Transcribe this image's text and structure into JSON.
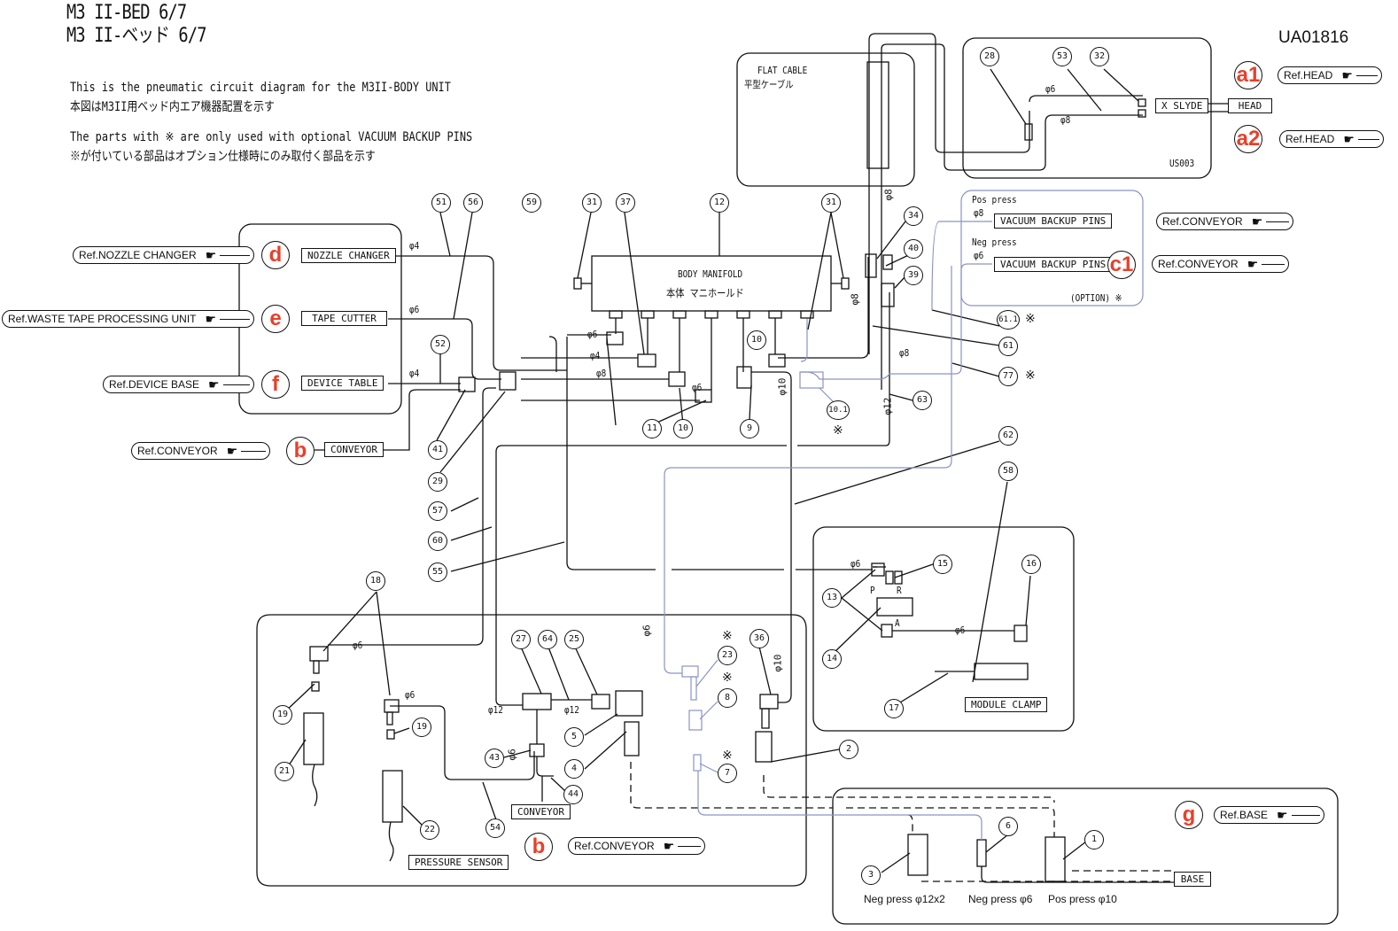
{
  "header": {
    "title_en": "M3 II-BED  6/7",
    "title_jp": "M3 II-ベッド  6/7",
    "doc_id": "UA01816",
    "description_en": "This is the pneumatic circuit diagram for the M3II-BODY UNIT",
    "description_jp": "本図はM3II用ベッド内エア機器配置を示す",
    "option_note_en": "The parts with ※ are only used with optional VACUUM BACKUP PINS",
    "option_note_jp": "※が付いている部品はオプション仕様時にのみ取付く部品を示す"
  },
  "colors": {
    "callout": "#e8402a",
    "line": "#111111",
    "option_line": "#8a93c4"
  },
  "top_section": {
    "flat_cable_en": "FLAT CABLE",
    "flat_cable_jp": "平型ケーブル",
    "unit_label": "US003",
    "x_slyde": "X SLYDE",
    "head": "HEAD",
    "dia_6": "φ6",
    "dia_8": "φ8",
    "bubbles": [
      "28",
      "53",
      "32"
    ]
  },
  "callouts": [
    {
      "letter": "a1",
      "ref": "Ref.HEAD"
    },
    {
      "letter": "a2",
      "ref": "Ref.HEAD"
    },
    {
      "letter": "c1",
      "ref": "Ref.CONVEYOR"
    },
    {
      "letter": "d",
      "ref": "Ref.NOZZLE CHANGER",
      "box": "NOZZLE CHANGER",
      "dia": "φ4"
    },
    {
      "letter": "e",
      "ref": "Ref.WASTE TAPE PROCESSING UNIT",
      "box": "TAPE CUTTER",
      "dia": "φ6"
    },
    {
      "letter": "f",
      "ref": "Ref.DEVICE BASE",
      "box": "DEVICE TABLE",
      "dia": "φ4"
    },
    {
      "letter": "b",
      "ref": "Ref.CONVEYOR",
      "box": "CONVEYOR"
    },
    {
      "letter": "b",
      "ref": "Ref.CONVEYOR",
      "box": "CONVEYOR"
    },
    {
      "letter": "g",
      "ref": "Ref.BASE"
    }
  ],
  "vacuum": {
    "pos_press": "Pos press",
    "neg_press": "Neg press",
    "pos_dia": "φ8",
    "neg_dia": "φ6",
    "box": "VACUUM BACKUP PINS",
    "option": "(OPTION) ※",
    "ref_pos": "Ref.CONVEYOR"
  },
  "manifold": {
    "title_en": "BODY MANIFOLD",
    "title_jp": "本体 マニホールド"
  },
  "diameters": {
    "m6": "φ6",
    "m4": "φ4",
    "m8": "φ8",
    "m6b": "φ6",
    "m10": "φ10",
    "v8a": "φ8",
    "v8b": "φ8",
    "h8": "φ8",
    "v12": "φ12",
    "ps6a": "φ6",
    "ps6b": "φ6",
    "p12a": "φ12",
    "p12b": "φ12",
    "p6v": "φ6",
    "blue6": "φ6",
    "c10": "φ10",
    "mc6a": "φ6",
    "mc6b": "φ6"
  },
  "part_bubbles": {
    "b51": "51",
    "b56": "56",
    "b59": "59",
    "b31a": "31",
    "b37": "37",
    "b12": "12",
    "b31b": "31",
    "b34": "34",
    "b40": "40",
    "b39": "39",
    "b52": "52",
    "b10a": "10",
    "b11": "11",
    "b10b": "10",
    "b9": "9",
    "b10_1": "10.1",
    "b63": "63",
    "b61_1": "61.1",
    "b61": "61",
    "b77": "77",
    "b41": "41",
    "b29": "29",
    "b62": "62",
    "b58": "58",
    "b57": "57",
    "b60": "60",
    "b55": "55",
    "b15": "15",
    "b16": "16",
    "b13": "13",
    "b14": "14",
    "b17": "17",
    "b18": "18",
    "b27": "27",
    "b64": "64",
    "b25": "25",
    "b23": "23",
    "b36": "36",
    "b19a": "19",
    "b19b": "19",
    "b8": "8",
    "b5": "5",
    "b21": "21",
    "b43": "43",
    "b4": "4",
    "b2": "2",
    "b7": "7",
    "b44": "44",
    "b22": "22",
    "b54": "54",
    "b6": "6",
    "b1": "1",
    "b3": "3"
  },
  "option_mark": "※",
  "module_clamp": {
    "label": "MODULE CLAMP",
    "port_p": "P",
    "port_r": "R",
    "port_a": "A"
  },
  "pressure_sensor": {
    "label": "PRESSURE SENSOR",
    "conveyor_box": "CONVEYOR"
  },
  "base_section": {
    "base_box": "BASE",
    "neg_12x2": "Neg press φ12x2",
    "neg_6": "Neg press φ6",
    "pos_10": "Pos press φ10"
  }
}
